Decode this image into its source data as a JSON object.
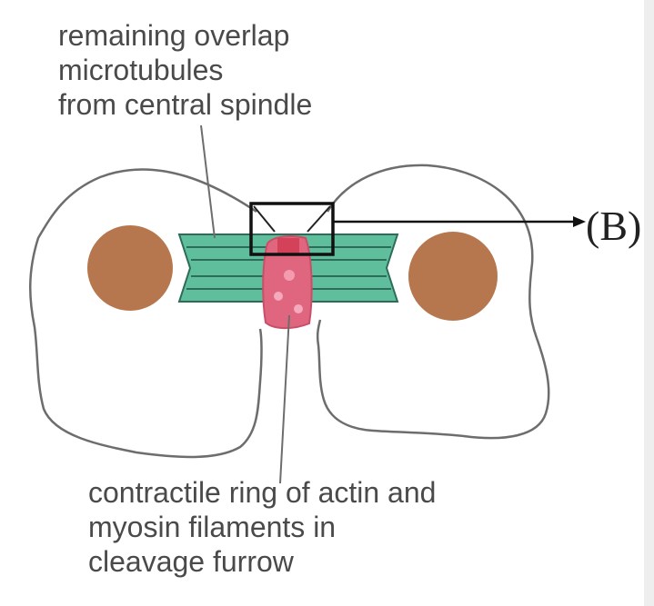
{
  "labels": {
    "top": [
      "remaining overlap",
      "microtubules",
      "from central spindle"
    ],
    "bottom": [
      "contractile ring of actin and",
      "myosin filaments in",
      "cleavage furrow"
    ],
    "pointer": "(B)"
  },
  "colors": {
    "outline": "#6d6d6d",
    "nucleus": "#b7774e",
    "microtubule": "#5fbf9c",
    "microtubule_stroke": "#2e6b58",
    "contractile_ring": "#e0667f",
    "box": "#111111"
  }
}
